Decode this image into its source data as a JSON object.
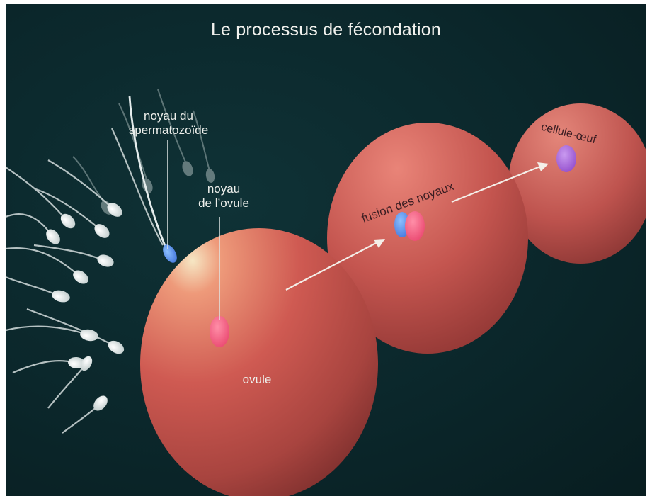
{
  "title": "Le processus de fécondation",
  "labels": {
    "sperm_nucleus_line1": "noyau du",
    "sperm_nucleus_line2": "spermatozoïde",
    "ovum_nucleus_line1": "noyau",
    "ovum_nucleus_line2": "de l’ovule",
    "ovum": "ovule",
    "fusion": "fusion des noyaux",
    "zygote": "cellule-œuf"
  },
  "colors": {
    "background": "#0b272b",
    "cell": "#c4564f",
    "sperm_nucleus": "#4a8fe0",
    "ovum_nucleus": "#f0506a",
    "zygote_nucleus": "#a055d0"
  }
}
